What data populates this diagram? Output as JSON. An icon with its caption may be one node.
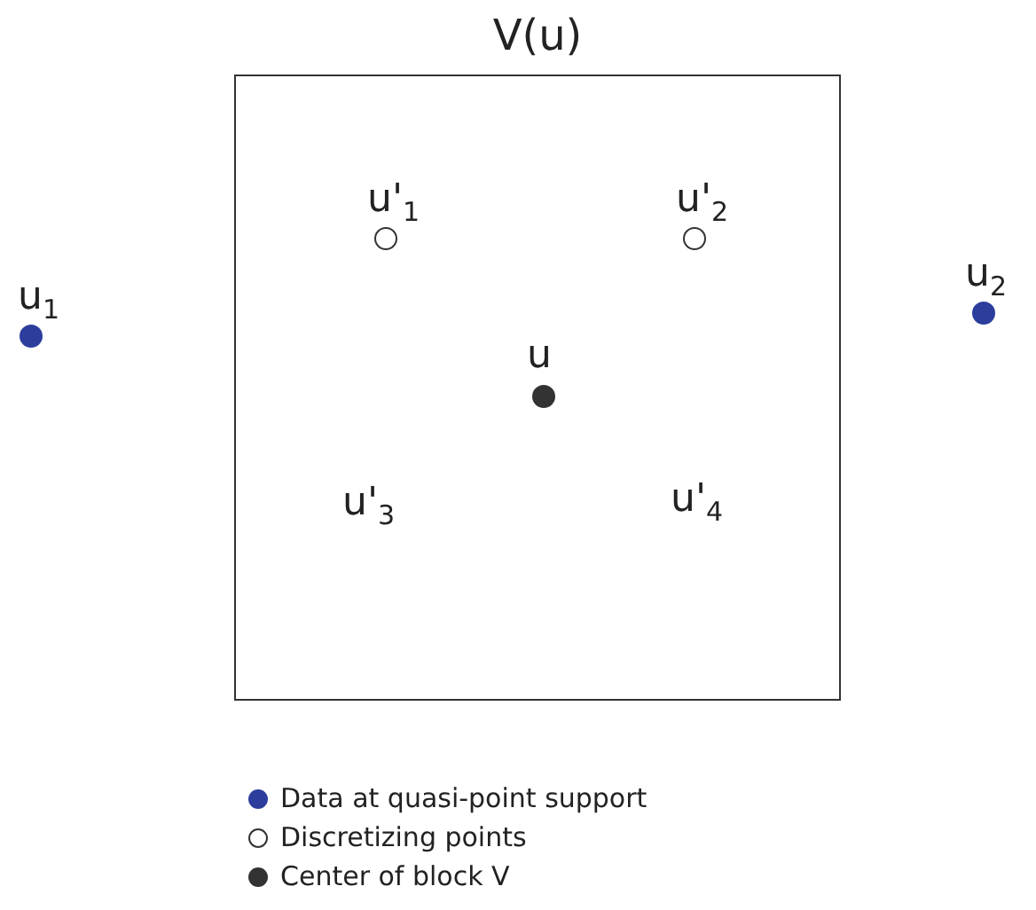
{
  "diagram": {
    "nodes": [
      {
        "text": [
          "V(u)"
        ]
      },
      {
        "text": [],
        "shape": "circle",
        "beside": [
          "u$_{1}$"
        ]
      },
      {
        "text": [],
        "shape": "circle",
        "beside": [
          "u'$_{1}$"
        ],
        "in": 0
      },
      {
        "text": [],
        "shape": "circle",
        "beside": [
          "u'$_{2}$"
        ],
        "in": 0
      },
      {
        "text": [],
        "shape": "circle",
        "beside": [
          "u"
        ],
        "in": 0
      },
      {
        "text": [],
        "shape": "circle",
        "beside": [
          "u$_{2}$"
        ]
      }
    ],
    "labels": [
      "u'$_{3}$",
      "u'$_{4}$"
    ],
    "legend": [
      {
        "text": "Data at quasi-point support",
        "color": "#2c3e9c"
      },
      {
        "text": "Discretizing points"
      },
      {
        "text": "Center of block V",
        "color": "#333333"
      }
    ]
  }
}
